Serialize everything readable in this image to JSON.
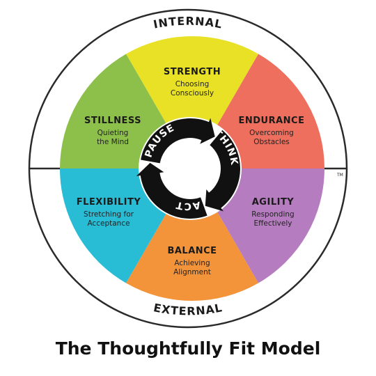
{
  "title": "The Thoughtfully Fit Model",
  "ring": {
    "internal": "INTERNAL",
    "external": "EXTERNAL",
    "trademark": "TM"
  },
  "segments": [
    {
      "name": "strength",
      "title": "STRENGTH",
      "sub1": "Choosing",
      "sub2": "Consciously",
      "color": "#e8e125"
    },
    {
      "name": "endurance",
      "title": "ENDURANCE",
      "sub1": "Overcoming",
      "sub2": "Obstacles",
      "color": "#ee6f5d"
    },
    {
      "name": "agility",
      "title": "AGILITY",
      "sub1": "Responding",
      "sub2": "Effectively",
      "color": "#b57dbf"
    },
    {
      "name": "balance",
      "title": "BALANCE",
      "sub1": "Achieving",
      "sub2": "Alignment",
      "color": "#f4943a"
    },
    {
      "name": "flexibility",
      "title": "FLEXIBILITY",
      "sub1": "Stretching for",
      "sub2": "Acceptance",
      "color": "#28bcd5"
    },
    {
      "name": "stillness",
      "title": "STILLNESS",
      "sub1": "Quieting",
      "sub2": "the Mind",
      "color": "#8cc04a"
    }
  ],
  "cycle": {
    "pause": "PAUSE",
    "think": "THINK",
    "act": "ACT"
  }
}
